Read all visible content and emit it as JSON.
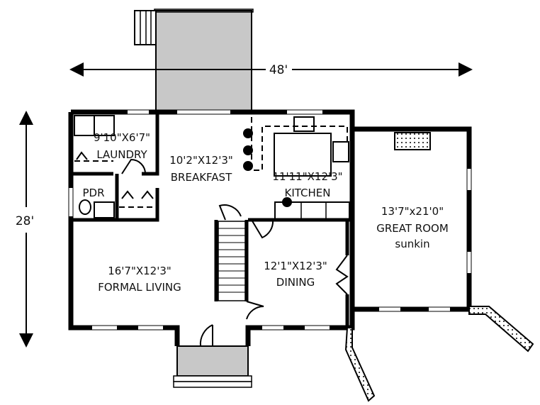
{
  "dimensions": {
    "width": "48'",
    "depth": "28'"
  },
  "rooms": {
    "laundry": {
      "size": "9'10\"X6'7\"",
      "name": "LAUNDRY"
    },
    "breakfast": {
      "size": "10'2\"X12'3\"",
      "name": "BREAKFAST"
    },
    "kitchen": {
      "size": "11'11\"X12'3\"",
      "name": "KITCHEN"
    },
    "pdr": {
      "name": "PDR"
    },
    "great_room": {
      "size": "13'7\"x21'0\"",
      "name": "GREAT ROOM",
      "note": "sunkin"
    },
    "formal_living": {
      "size": "16'7\"X12'3\"",
      "name": "FORMAL LIVING"
    },
    "dining": {
      "size": "12'1\"X12'3\"",
      "name": "DINING"
    }
  },
  "colors": {
    "deck": "#c8c8c8",
    "walls": "#000000"
  }
}
